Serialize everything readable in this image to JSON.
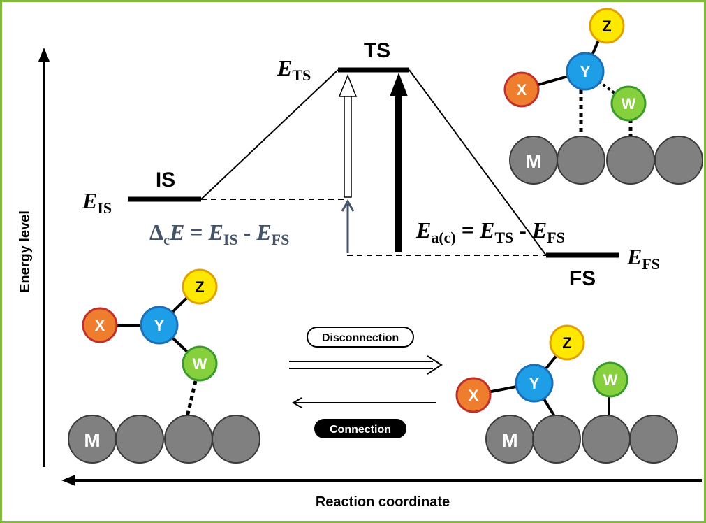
{
  "axes": {
    "y_label": "Energy level",
    "x_label": "Reaction coordinate"
  },
  "states": {
    "is_label": "IS",
    "ts_label": "TS",
    "fs_label": "FS"
  },
  "energy_labels": {
    "e_is_main": "E",
    "e_is_sub": "IS",
    "e_ts_main": "E",
    "e_ts_sub": "TS",
    "e_fs_main": "E",
    "e_fs_sub": "FS"
  },
  "equations": {
    "delta": {
      "d": "Δ",
      "d_sub": "c",
      "e1": "E",
      "eq": " = ",
      "e2": "E",
      "e2_sub": "IS",
      "minus": " - ",
      "e3": "E",
      "e3_sub": "FS"
    },
    "activation": {
      "e1": "E",
      "e1_sub": "a(c)",
      "eq": " = ",
      "e2": "E",
      "e2_sub": "TS",
      "minus": " - ",
      "e3": "E",
      "e3_sub": "FS"
    }
  },
  "process": {
    "disconnection_label": "Disconnection",
    "connection_label": "Connection"
  },
  "atoms": {
    "X": "X",
    "Y": "Y",
    "Z": "Z",
    "W": "W",
    "M": "M"
  },
  "colors": {
    "frame": "#7fba3a",
    "atom_x": "#ef7d2e",
    "atom_x_stroke": "#c0302b",
    "atom_y": "#1f9ee8",
    "atom_y_stroke": "#1a6fb7",
    "atom_z": "#ffe800",
    "atom_z_stroke": "#e0a000",
    "atom_w": "#86d03e",
    "atom_w_stroke": "#3a9a2a",
    "metal": "#808080",
    "metal_stroke": "#3a3a3a",
    "delta_text": "#44546a"
  }
}
